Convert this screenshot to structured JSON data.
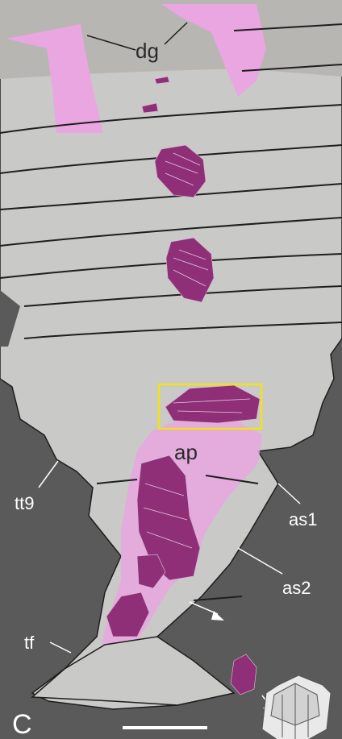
{
  "panel_letter": "C",
  "labels": {
    "dg": "dg",
    "ap": "ap",
    "tt9": "tt9",
    "as1": "as1",
    "as2": "as2",
    "tf": "tf"
  },
  "colors": {
    "background_matrix": "#5a5a5a",
    "fossil_body": "#c9c9c7",
    "fossil_head": "#b8b6b2",
    "gut_contents": "#8e2f77",
    "digestive_region": "#e9a6e0",
    "highlight_box": "#f2e11c",
    "outline": "#1e1e1e"
  },
  "icons": {
    "inset": "trilobite-silhouette-icon",
    "scale": "scale-bar"
  }
}
